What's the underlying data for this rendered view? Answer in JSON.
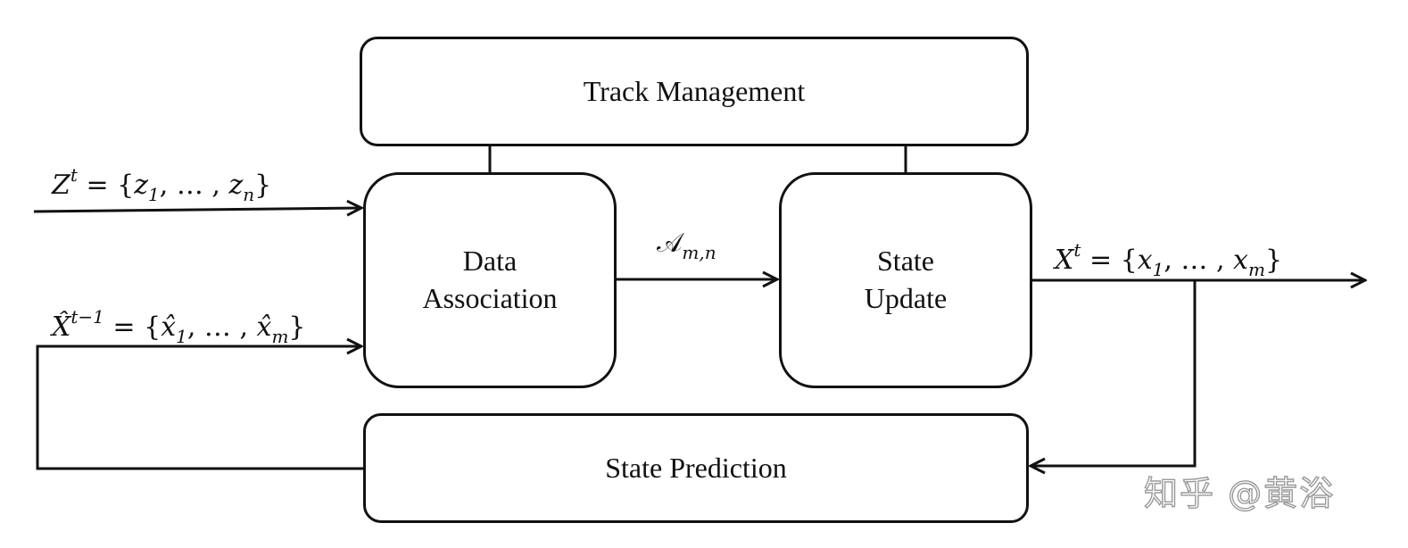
{
  "boxes": {
    "track_management": "Track Management",
    "data_association": [
      "Data",
      "Association"
    ],
    "state_update": [
      "State",
      "Update"
    ],
    "state_prediction": "State Prediction"
  },
  "labels": {
    "measurements": {
      "symbol": "Z",
      "superscript": "t",
      "equals": " = {",
      "element": "z",
      "first_index": "1",
      "ellipsis": ", … , ",
      "last_index": "n",
      "close": "}"
    },
    "predicted_states": {
      "symbol": "X̂",
      "superscript": "t−1",
      "equals": "  = {",
      "element": "x̂",
      "first_index": "1",
      "ellipsis": ", … , ",
      "last_index": "m",
      "close": "}"
    },
    "association": {
      "symbol": "𝒜",
      "subscript": "m,n"
    },
    "states": {
      "symbol": "X",
      "superscript": "t",
      "equals": "  = {",
      "element": "x",
      "first_index": "1",
      "ellipsis": ", … , ",
      "last_index": "m",
      "close": "}"
    }
  },
  "watermark": "知乎 @黄浴"
}
